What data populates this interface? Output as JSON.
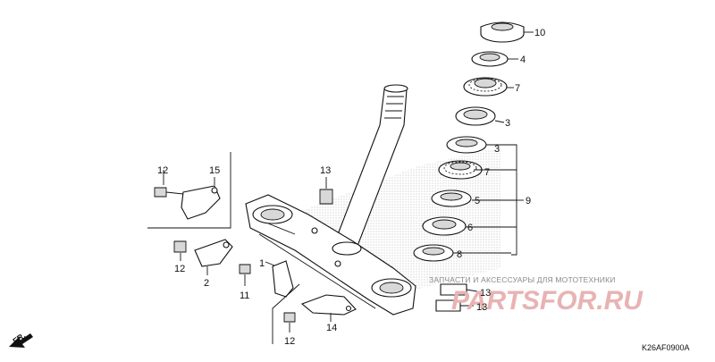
{
  "diagram": {
    "code": "K26AF0900A",
    "front_marker": "FR.",
    "watermark": {
      "text": "ЗАПЧАСТИ И АКСЕССУАРЫ ДЛЯ МОТОТЕХНИКИ",
      "logo": "PARTSFOR.RU"
    },
    "callouts": {
      "c1": "1",
      "c2": "2",
      "c3a": "3",
      "c3b": "3",
      "c4": "4",
      "c5": "5",
      "c6": "6",
      "c7a": "7",
      "c7b": "7",
      "c8": "8",
      "c9": "9",
      "c10": "10",
      "c11": "11",
      "c12a": "12",
      "c12b": "12",
      "c12c": "12",
      "c13a": "13",
      "c13b": "13",
      "c13c": "13",
      "c14": "14",
      "c15": "15"
    }
  }
}
